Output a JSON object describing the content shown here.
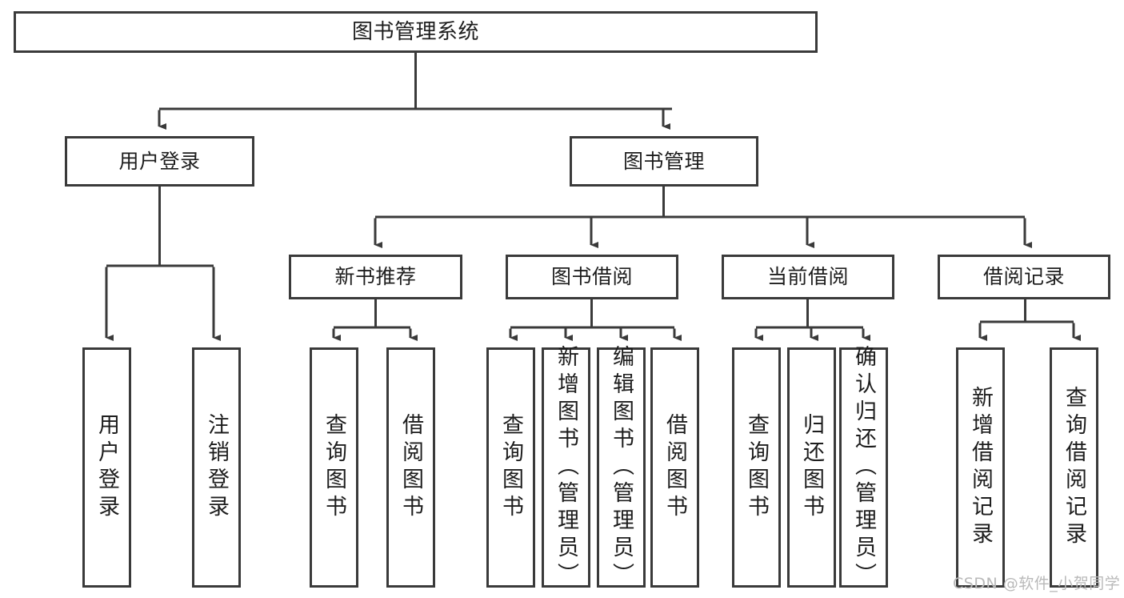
{
  "diagram": {
    "title": "图书管理系统",
    "type": "tree-hierarchy-chart",
    "orientation": "top-down",
    "colors": {
      "stroke": "#3a3a3a",
      "fill": "#ffffff",
      "text": "#1d1d1d",
      "watermark": "#b9b9b9"
    },
    "nodes": {
      "root": {
        "label": "图书管理系统"
      },
      "level2": [
        {
          "id": "user-login",
          "label": "用户登录"
        },
        {
          "id": "book-management",
          "label": "图书管理"
        }
      ],
      "level3": [
        {
          "id": "new-book-recommend",
          "label": "新书推荐"
        },
        {
          "id": "book-borrow",
          "label": "图书借阅"
        },
        {
          "id": "current-borrow",
          "label": "当前借阅"
        },
        {
          "id": "borrow-record",
          "label": "借阅记录"
        }
      ],
      "leaves": {
        "user_login": [
          {
            "id": "leaf-user-login",
            "label": "用户登录"
          },
          {
            "id": "leaf-logout-login",
            "label": "注销登录"
          }
        ],
        "new_book_recommend": [
          {
            "id": "leaf-query-book-1",
            "label": "查询图书"
          },
          {
            "id": "leaf-borrow-book-1",
            "label": "借阅图书"
          }
        ],
        "book_borrow": [
          {
            "id": "leaf-query-book-2",
            "label": "查询图书"
          },
          {
            "id": "leaf-add-book",
            "label": "新增图书（管理员）"
          },
          {
            "id": "leaf-edit-book",
            "label": "编辑图书（管理员）"
          },
          {
            "id": "leaf-borrow-book-2",
            "label": "借阅图书"
          }
        ],
        "current_borrow": [
          {
            "id": "leaf-query-book-3",
            "label": "查询图书"
          },
          {
            "id": "leaf-return-book",
            "label": "归还图书"
          },
          {
            "id": "leaf-confirm-return",
            "label": "确认归还（管理员）"
          }
        ],
        "borrow_record": [
          {
            "id": "leaf-add-borrow-record",
            "label": "新增借阅记录"
          },
          {
            "id": "leaf-query-borrow-record",
            "label": "查询借阅记录"
          }
        ]
      }
    }
  },
  "watermark": {
    "text": "CSDN @软件_小贺同学"
  }
}
